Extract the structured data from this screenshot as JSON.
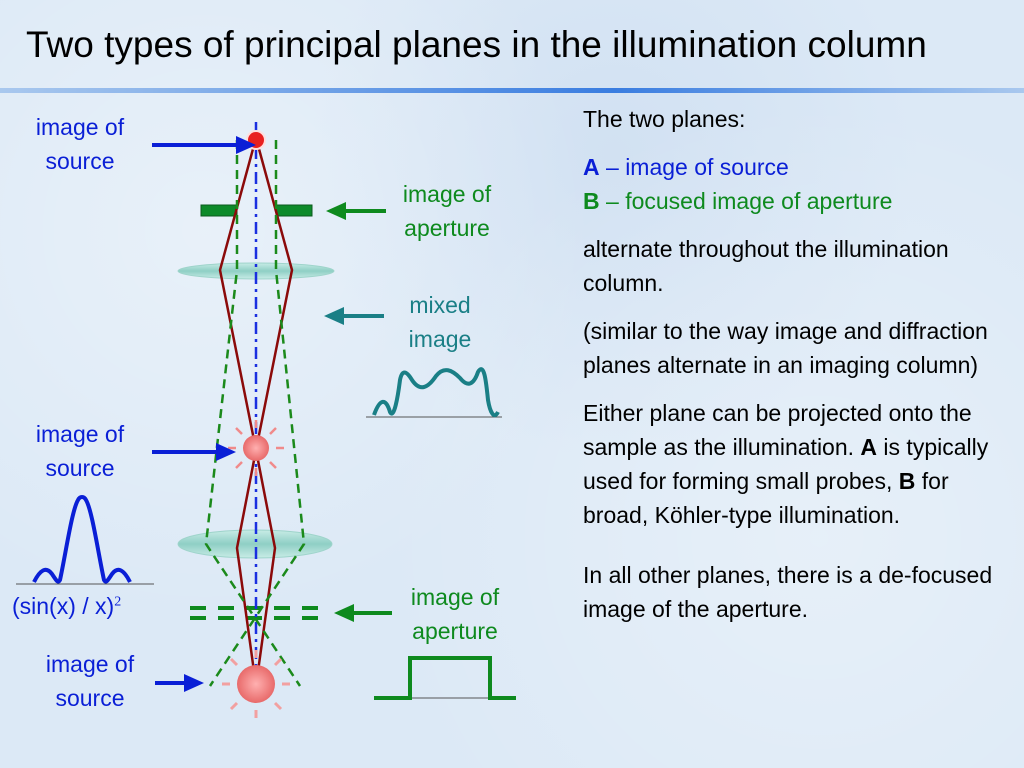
{
  "title": "Two types of principal planes in the illumination column",
  "labels": {
    "source_top": [
      "image of",
      "source"
    ],
    "aperture_top": [
      "image of",
      "aperture"
    ],
    "mixed": [
      "mixed",
      "image"
    ],
    "source_mid": [
      "image of",
      "source"
    ],
    "aperture_bottom": [
      "image of",
      "aperture"
    ],
    "source_bottom": [
      "image of",
      "source"
    ],
    "sinc_base": "(sin(x) / x)",
    "sinc_exp": "2"
  },
  "right": {
    "intro": "The two planes:",
    "a_letter": "A",
    "a_text": " – image of source",
    "b_letter": "B",
    "b_text": " – focused image of aperture",
    "alternate": "alternate throughout the illumination column.",
    "similar": "(similar to the way image and diffraction planes alternate in an imaging column)",
    "either_1": "Either plane can be projected onto the sample as the illumination.  ",
    "either_a": "A",
    "either_2": " is typically used for forming small probes, ",
    "either_b": "B",
    "either_3": " for broad, Köhler-type illumination.",
    "other": "In all other planes, there is a de-focused image of the aperture."
  },
  "colors": {
    "blue": "#0a1fd6",
    "green": "#0e8a1e",
    "teal": "#1a7f86",
    "ray": "#8b0a0a",
    "source_red": "#e82020"
  }
}
